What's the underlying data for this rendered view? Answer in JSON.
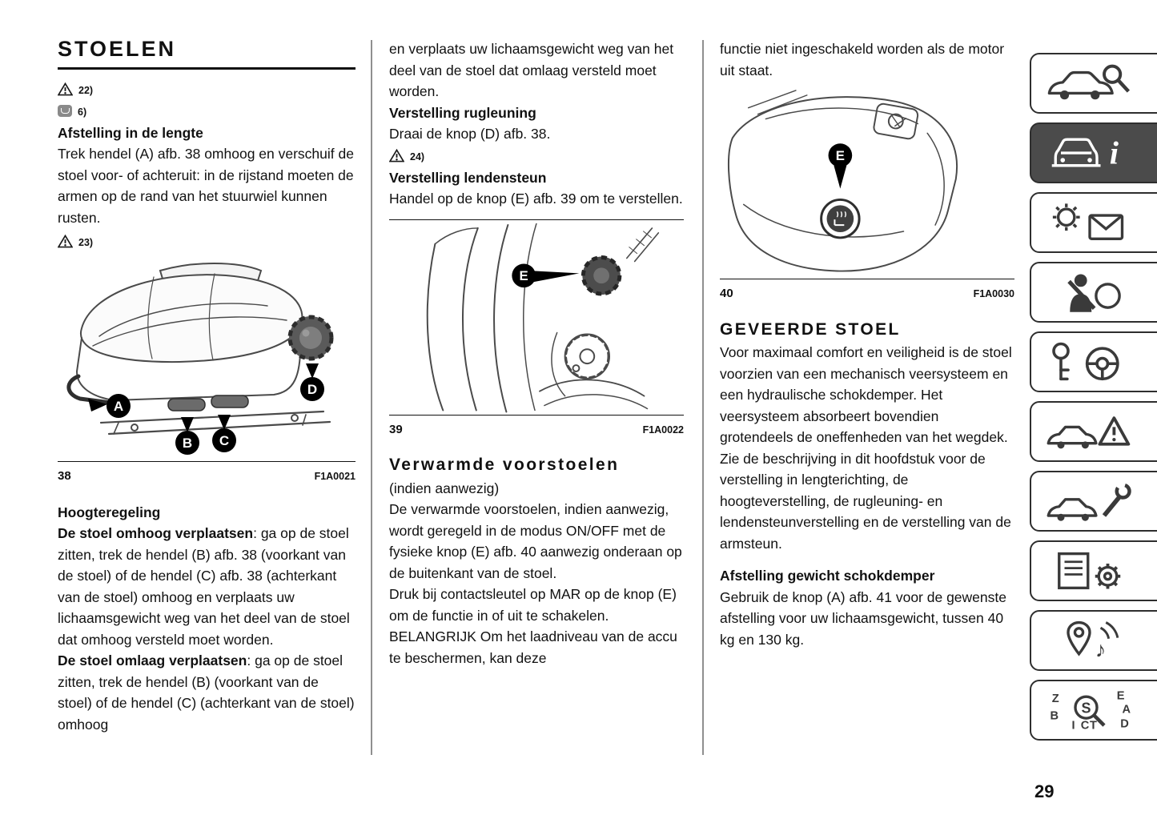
{
  "page": {
    "number": "29"
  },
  "col1": {
    "title": "STOELEN",
    "warning_refs": [
      "22)",
      "6)",
      "23)"
    ],
    "heading_length": "Afstelling in de lengte",
    "para_length": "Trek hendel (A) afb. 38 omhoog en verschuif de stoel voor- of achteruit: in de rijstand moeten de armen op de rand van het stuurwiel kunnen rusten.",
    "fig38": {
      "number": "38",
      "code": "F1A0021",
      "callouts": [
        "A",
        "B",
        "C",
        "D"
      ]
    },
    "heading_height": "Hoogteregeling",
    "para_up_bold": "De stoel omhoog verplaatsen",
    "para_up_rest": ": ga op de stoel zitten, trek de hendel (B) afb. 38 (voorkant van de stoel) of de hendel (C) afb. 38 (achterkant van de stoel) omhoog en verplaats uw lichaamsgewicht weg van het deel van de stoel dat omhoog versteld moet worden.",
    "para_down_bold": "De stoel omlaag verplaatsen",
    "para_down_rest": ": ga op de stoel zitten, trek de hendel (B) (voorkant van de stoel) of de hendel (C) (achterkant van de stoel) omhoog"
  },
  "col2": {
    "para_cont": "en verplaats uw lichaamsgewicht weg van het deel van de stoel dat omlaag versteld moet worden.",
    "heading_backrest": "Verstelling rugleuning",
    "para_backrest": "Draai de knop (D) afb. 38.",
    "warning_ref": "24)",
    "heading_lumbar": "Verstelling lendensteun",
    "para_lumbar": "Handel op de knop (E) afb. 39 om te verstellen.",
    "fig39": {
      "number": "39",
      "code": "F1A0022",
      "callouts": [
        "E"
      ]
    },
    "section_title": "Verwarmde voorstoelen",
    "section_sub": "(indien aanwezig)",
    "para_heated1": "De verwarmde voorstoelen, indien aanwezig, wordt geregeld in de modus ON/OFF met de fysieke knop (E) afb. 40 aanwezig onderaan op de buitenkant van de stoel.",
    "para_heated2": "Druk bij contactsleutel op MAR op de knop (E) om de functie in of uit te schakelen.",
    "para_heated3": "BELANGRIJK Om het laadniveau van de accu te beschermen, kan deze"
  },
  "col3": {
    "para_cont": "functie niet ingeschakeld worden als de motor uit staat.",
    "fig40": {
      "number": "40",
      "code": "F1A0030",
      "callouts": [
        "E"
      ]
    },
    "section_title": "GEVEERDE STOEL",
    "para_spring1": "Voor maximaal comfort en veiligheid is de stoel voorzien van een mechanisch veersysteem en een hydraulische schokdemper. Het veersysteem absorbeert bovendien grotendeels de oneffenheden van het wegdek.",
    "para_spring2": "Zie de beschrijving in dit hoofdstuk voor de verstelling in lengterichting, de hoogteverstelling, de rugleuning- en lendensteunverstelling en de verstelling van de armsteun.",
    "heading_weight": "Afstelling gewicht schokdemper",
    "para_weight": "Gebruik de knop (A) afb. 41 voor de gewenste afstelling voor uw lichaamsgewicht, tussen 40 kg en 130 kg."
  },
  "sidebar": {
    "items": [
      {
        "icon": "car-magnifier-icon",
        "active": false
      },
      {
        "icon": "car-info-icon",
        "active": true,
        "glyph": "i"
      },
      {
        "icon": "warning-light-envelope-icon",
        "active": false
      },
      {
        "icon": "seatbelt-person-icon",
        "active": false
      },
      {
        "icon": "key-steering-wheel-icon",
        "active": false
      },
      {
        "icon": "car-warning-triangle-icon",
        "active": false
      },
      {
        "icon": "car-wrench-icon",
        "active": false
      },
      {
        "icon": "spec-sheet-gear-icon",
        "active": false
      },
      {
        "icon": "multimedia-pin-note-icon",
        "active": false,
        "glyph": "♪"
      },
      {
        "icon": "index-letters-icon",
        "active": false,
        "letters": [
          "Z",
          "E",
          "A",
          "B",
          "C",
          "D",
          "S",
          "T",
          "I"
        ]
      }
    ]
  },
  "icons": {
    "warning": "warning-triangle-icon",
    "caution": "vehicle-damage-icon"
  },
  "colors": {
    "text": "#111111",
    "active_tab_bg": "#4b4b4b",
    "rule": "#111111"
  }
}
